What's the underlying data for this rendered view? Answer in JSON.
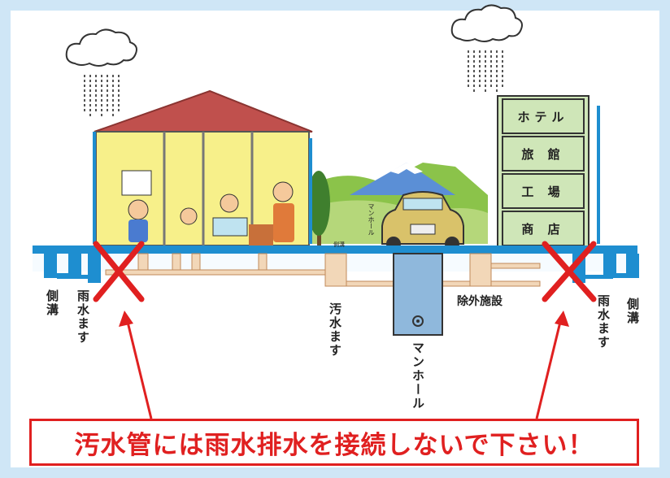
{
  "building": {
    "signs": [
      "ホテル",
      "旅 館",
      "工 場",
      "商 店"
    ]
  },
  "labels": {
    "left_gutter": "側溝",
    "left_rain_basin": "雨水ます",
    "sewage_basin": "汚水ます",
    "manhole": "マンホール",
    "manhole_small": "マンホール",
    "side_ditch_small": "側溝",
    "pretreatment": "除外施設",
    "right_rain_basin": "雨水ます",
    "right_gutter": "側溝"
  },
  "banner": {
    "text": "汚水管には雨水排水を接続しないで下さい！"
  },
  "colors": {
    "warning": "#e02020",
    "pipe_blue": "#1e8ed0",
    "sewer_pipe": "#f2d7b8",
    "building_green": "#cfe6b8",
    "house_wall": "#f7f08a",
    "roof": "#c0504d"
  }
}
